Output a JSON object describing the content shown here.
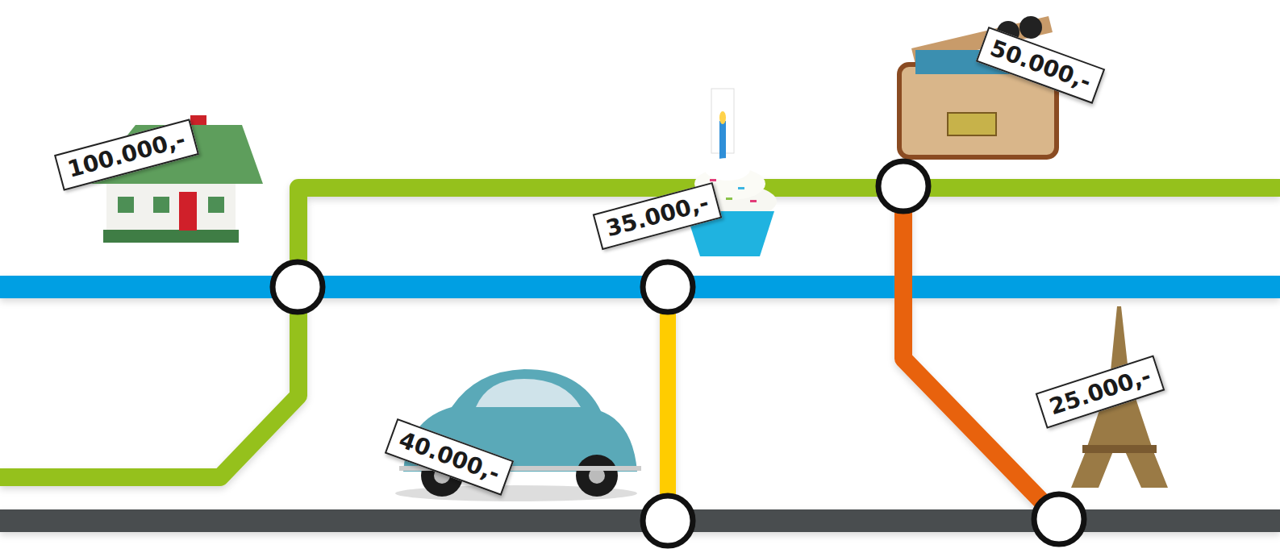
{
  "diagram": {
    "nodes": [
      {
        "text": [
          "50.000,-"
        ]
      },
      {
        "text": [
          "100.000,-"
        ]
      },
      {
        "text": [
          "35.000,-"
        ]
      },
      {
        "text": [
          "25.000,-"
        ]
      },
      {
        "text": [
          "40.000,-"
        ]
      }
    ]
  }
}
